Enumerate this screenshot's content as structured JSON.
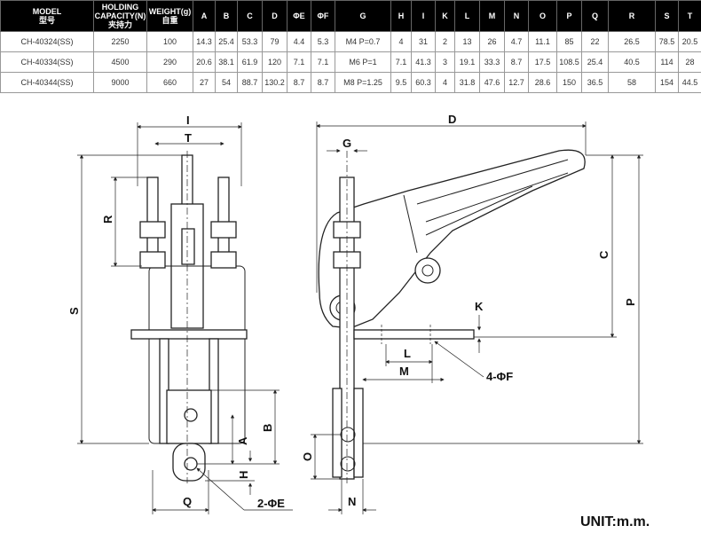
{
  "table": {
    "headers": [
      {
        "en": "MODEL",
        "zh": "型号"
      },
      {
        "en": "HOLDING CAPACITY(N)",
        "zh": "夹持力"
      },
      {
        "en": "WEIGHT(g)",
        "zh": "自重"
      },
      {
        "en": "A"
      },
      {
        "en": "B"
      },
      {
        "en": "C"
      },
      {
        "en": "D"
      },
      {
        "en": "ΦE"
      },
      {
        "en": "ΦF"
      },
      {
        "en": "G"
      },
      {
        "en": "H"
      },
      {
        "en": "I"
      },
      {
        "en": "K"
      },
      {
        "en": "L"
      },
      {
        "en": "M"
      },
      {
        "en": "N"
      },
      {
        "en": "O"
      },
      {
        "en": "P"
      },
      {
        "en": "Q"
      },
      {
        "en": "R"
      },
      {
        "en": "S"
      },
      {
        "en": "T"
      }
    ],
    "rows": [
      [
        "CH-40324(SS)",
        "2250",
        "100",
        "14.3",
        "25.4",
        "53.3",
        "79",
        "4.4",
        "5.3",
        "M4 P=0.7",
        "4",
        "31",
        "2",
        "13",
        "26",
        "4.7",
        "11.1",
        "85",
        "22",
        "26.5",
        "78.5",
        "20.5"
      ],
      [
        "CH-40334(SS)",
        "4500",
        "290",
        "20.6",
        "38.1",
        "61.9",
        "120",
        "7.1",
        "7.1",
        "M6 P=1",
        "7.1",
        "41.3",
        "3",
        "19.1",
        "33.3",
        "8.7",
        "17.5",
        "108.5",
        "25.4",
        "40.5",
        "114",
        "28"
      ],
      [
        "CH-40344(SS)",
        "9000",
        "660",
        "27",
        "54",
        "88.7",
        "130.2",
        "8.7",
        "8.7",
        "M8 P=1.25",
        "9.5",
        "60.3",
        "4",
        "31.8",
        "47.6",
        "12.7",
        "28.6",
        "150",
        "36.5",
        "58",
        "154",
        "44.5"
      ]
    ]
  },
  "labels": {
    "I": "I",
    "T": "T",
    "R": "R",
    "S": "S",
    "A": "A",
    "B": "B",
    "H": "H",
    "Q": "Q",
    "E": "2-ΦE",
    "D": "D",
    "G": "G",
    "C": "C",
    "P": "P",
    "K": "K",
    "L": "L",
    "M": "M",
    "F": "4-ΦF",
    "O": "O",
    "N": "N"
  },
  "unit": "UNIT:m.m."
}
